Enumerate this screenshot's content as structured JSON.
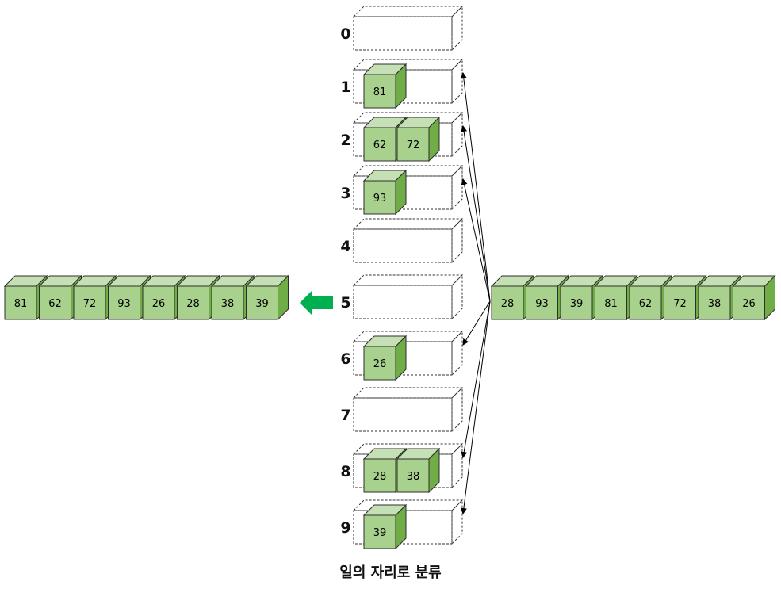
{
  "caption": "일의 자리로 분류",
  "input_sequence": [
    "28",
    "93",
    "39",
    "81",
    "62",
    "72",
    "38",
    "26"
  ],
  "output_sequence": [
    "81",
    "62",
    "72",
    "93",
    "26",
    "28",
    "38",
    "39"
  ],
  "buckets": [
    {
      "label": "0",
      "items": []
    },
    {
      "label": "1",
      "items": [
        "81"
      ]
    },
    {
      "label": "2",
      "items": [
        "62",
        "72"
      ]
    },
    {
      "label": "3",
      "items": [
        "93"
      ]
    },
    {
      "label": "4",
      "items": []
    },
    {
      "label": "5",
      "items": []
    },
    {
      "label": "6",
      "items": [
        "26"
      ]
    },
    {
      "label": "7",
      "items": []
    },
    {
      "label": "8",
      "items": [
        "28",
        "38"
      ]
    },
    {
      "label": "9",
      "items": [
        "39"
      ]
    }
  ],
  "colors": {
    "cube_front": "#a9d18e",
    "cube_top": "#c5e0b4",
    "cube_side": "#70ad47",
    "cube_stroke": "#2f2f2f",
    "arrow_fill": "#00b050",
    "line": "#000000"
  }
}
